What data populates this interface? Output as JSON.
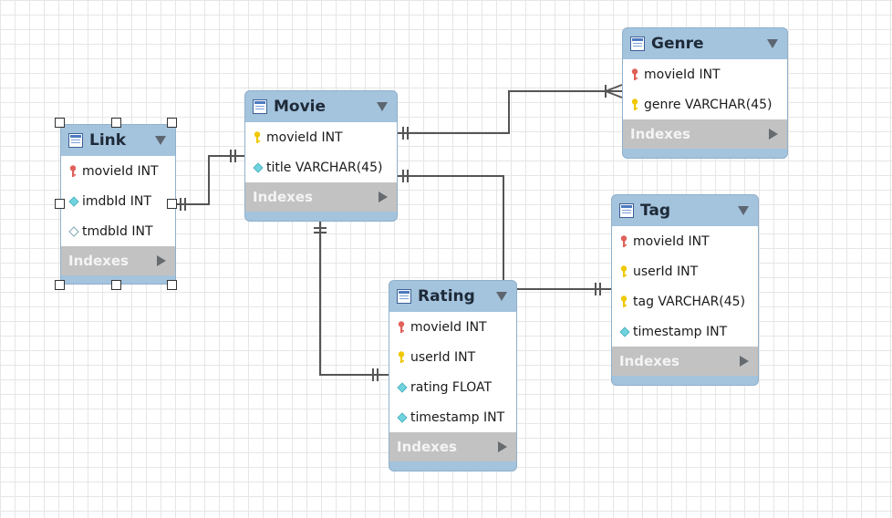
{
  "colors": {
    "header_bg": "#a4c3dd",
    "indexes_bg": "#c2c2c2",
    "primary_key": "#e0605a",
    "foreign_key": "#f0c800",
    "column_diamond": "#6fd4e0",
    "connector": "#555555"
  },
  "indexes_label": "Indexes",
  "tables": {
    "link": {
      "title": "Link",
      "columns": [
        {
          "icon": "primary-key-icon",
          "text": "movieId INT"
        },
        {
          "icon": "column-diamond-icon",
          "text": "imdbId INT"
        },
        {
          "icon": "column-diamond-outline-icon",
          "text": "tmdbId INT"
        }
      ]
    },
    "movie": {
      "title": "Movie",
      "columns": [
        {
          "icon": "foreign-key-icon",
          "text": "movieId INT"
        },
        {
          "icon": "column-diamond-icon",
          "text": "title VARCHAR(45)"
        }
      ]
    },
    "genre": {
      "title": "Genre",
      "columns": [
        {
          "icon": "primary-key-icon",
          "text": "movieId INT"
        },
        {
          "icon": "foreign-key-icon",
          "text": "genre VARCHAR(45)"
        }
      ]
    },
    "rating": {
      "title": "Rating",
      "columns": [
        {
          "icon": "primary-key-icon",
          "text": "movieId INT"
        },
        {
          "icon": "foreign-key-icon",
          "text": "userId INT"
        },
        {
          "icon": "column-diamond-icon",
          "text": "rating FLOAT"
        },
        {
          "icon": "column-diamond-icon",
          "text": "timestamp INT"
        }
      ]
    },
    "tag": {
      "title": "Tag",
      "columns": [
        {
          "icon": "primary-key-icon",
          "text": "movieId INT"
        },
        {
          "icon": "foreign-key-icon",
          "text": "userId INT"
        },
        {
          "icon": "foreign-key-icon",
          "text": "tag VARCHAR(45)"
        },
        {
          "icon": "column-diamond-icon",
          "text": "timestamp INT"
        }
      ]
    }
  }
}
